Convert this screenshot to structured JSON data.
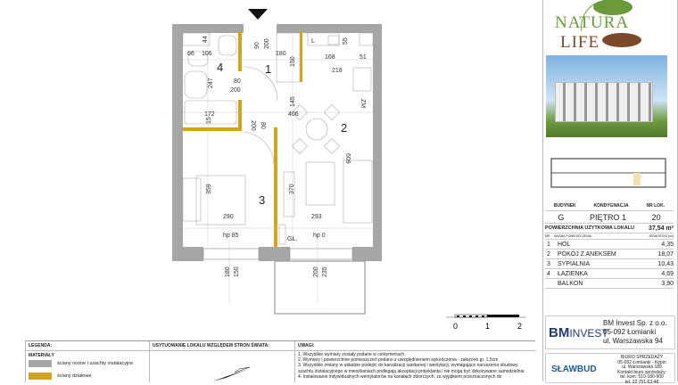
{
  "plan": {
    "rooms": [
      {
        "no": "1"
      },
      {
        "no": "2"
      },
      {
        "no": "3"
      },
      {
        "no": "4"
      }
    ],
    "dimensions": [
      "44",
      "106",
      "66",
      "90",
      "200",
      "180",
      "150",
      "L",
      "55",
      "168",
      "51",
      "218",
      "247",
      "80",
      "200",
      "172",
      "15",
      "406",
      "145",
      "200",
      "80",
      "ZM",
      "609",
      "359",
      "370",
      "290",
      "293",
      "hp 85",
      "hp 0",
      "GŁ.",
      "180",
      "150",
      "200",
      "235"
    ],
    "scale": {
      "labels": [
        "0",
        "1",
        "2"
      ]
    }
  },
  "brand": {
    "name_part1": "NATURA",
    "name_part2": "LIFE",
    "color_green": "#6a9a3a",
    "color_brown": "#7a4a2a"
  },
  "unit_info": {
    "headers": {
      "building": "BUDYNEK",
      "floor": "KONDYGNACJA",
      "unit_no": "NR LOK."
    },
    "building": "G",
    "floor": "PIĘTRO 1",
    "unit_no": "20",
    "area_label": "POWIERZCHNIA UŻYTKOWA LOKALU",
    "area_value": "37,54 m²",
    "col_headers": {
      "no": "NR",
      "name": "NAZWA POMIESZCZENIA",
      "area": "JEDNOSTKA [m²]"
    },
    "rooms": [
      {
        "no": "1",
        "name": "HOL",
        "area": "4,35"
      },
      {
        "no": "2",
        "name": "POKÓJ Z ANEKSEM",
        "area": "18,07"
      },
      {
        "no": "3",
        "name": "SYPIALNIA",
        "area": "10,43"
      },
      {
        "no": "4",
        "name": "ŁAZIENKA",
        "area": "4,69"
      },
      {
        "no": "",
        "name": "BALKON",
        "area": "3,90"
      }
    ]
  },
  "developer": {
    "logo_bm": "BM",
    "logo_invest": "INVEST",
    "line1": "BM Invest Sp. z o.o.",
    "line2": "05-092 Łomianki",
    "line3": "ul. Warszawska 94"
  },
  "sales": {
    "logo": "SŁAWBUD",
    "lines": [
      "BIURO SPRZEDAŻY",
      "05-092 Łomianki - Kępin",
      "ul. Warszawska 189",
      "Kontakt biuro sprzedaży:",
      "tel. kom. 510-180-900",
      "tel. 22 751-53-48"
    ]
  },
  "legend": {
    "title": "LEGENDA:",
    "materials": "MATERIAŁY",
    "items": [
      {
        "label": "ściany nośne i szachty instalacyjne",
        "color": "#a6a6a6"
      },
      {
        "label": "ściany działowe",
        "color": "#d4a21c"
      }
    ],
    "orientation_title": "USYTUOWANIE LOKALU WZGLĘDEM STRON ŚWIATA:",
    "notes_title": "UWAGI:",
    "notes": [
      "1. Wszystkie wymiary zostały podane w centymetrach.",
      "2. Wymiary i powierzchnie pomieszczeń podano z uwzględnieniem wykończenia - założono gr. 1,5cm",
      "3. Wszystkie zmiany w układzie podejść do kanalizacji sanitarnej i wentylacji, wymagające naruszenia obudowy szachtu instalacyjnego w mieszkaniach podlegają akceptacji projektanta i nie mogą być dokonywane samodzielnie.",
      "4. Instalowanie indywidualnych wentylatorów na kanałach zbiorczych, za wyjątkiem przeznaczonych do"
    ]
  }
}
